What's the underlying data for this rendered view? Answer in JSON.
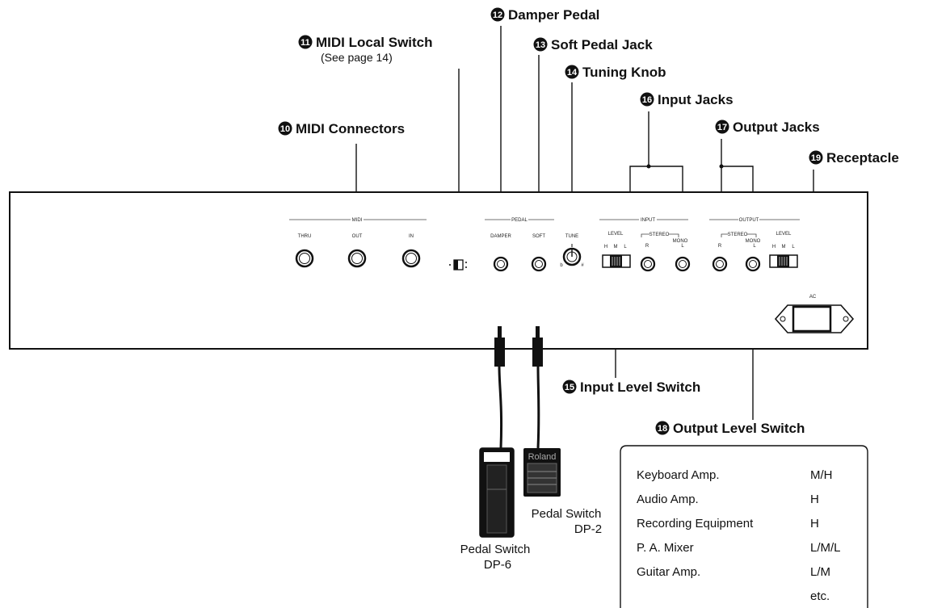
{
  "callouts": {
    "midi_connectors": {
      "num": "10",
      "label": "MIDI Connectors"
    },
    "midi_local_switch": {
      "num": "11",
      "label": "MIDI Local Switch",
      "note": "(See page 14)"
    },
    "damper_pedal": {
      "num": "12",
      "label": "Damper Pedal"
    },
    "soft_pedal_jack": {
      "num": "13",
      "label": "Soft Pedal Jack"
    },
    "tuning_knob": {
      "num": "14",
      "label": "Tuning Knob"
    },
    "input_level_switch": {
      "num": "15",
      "label": "Input Level Switch"
    },
    "input_jacks": {
      "num": "16",
      "label": "Input Jacks"
    },
    "output_jacks": {
      "num": "17",
      "label": "Output Jacks"
    },
    "output_level_switch": {
      "num": "18",
      "label": "Output Level Switch"
    },
    "receptacle": {
      "num": "19",
      "label": "Receptacle"
    }
  },
  "panel": {
    "midi": "MIDI",
    "thru": "THRU",
    "out": "OUT",
    "in": "IN",
    "pedal": "PEDAL",
    "damper": "DAMPER",
    "soft": "SOFT",
    "tune": "TUNE",
    "input": "INPUT",
    "output": "OUTPUT",
    "level_in": "LEVEL",
    "level_out": "LEVEL",
    "stereo_in": "STEREO",
    "stereo_out": "STEREO",
    "mono_in": "MONO",
    "mono_out": "MONO",
    "r_in": "R",
    "l_in": "L",
    "r_out": "R",
    "l_out": "L",
    "hml_in": [
      "H",
      "M",
      "L"
    ],
    "hml_out": [
      "H",
      "M",
      "L"
    ],
    "ac": "AC"
  },
  "pedals": {
    "dp6": {
      "name": "Pedal Switch",
      "model": "DP-6"
    },
    "dp2": {
      "name": "Pedal Switch",
      "model": "DP-2"
    },
    "brand": "Roland"
  },
  "level_table": [
    {
      "device": "Keyboard Amp.",
      "setting": "M/H"
    },
    {
      "device": "Audio Amp.",
      "setting": "H"
    },
    {
      "device": "Recording Equipment",
      "setting": "H"
    },
    {
      "device": "P. A.  Mixer",
      "setting": "L/M/L"
    },
    {
      "device": "Guitar Amp.",
      "setting": "L/M"
    },
    {
      "device": "",
      "setting": "etc."
    }
  ]
}
